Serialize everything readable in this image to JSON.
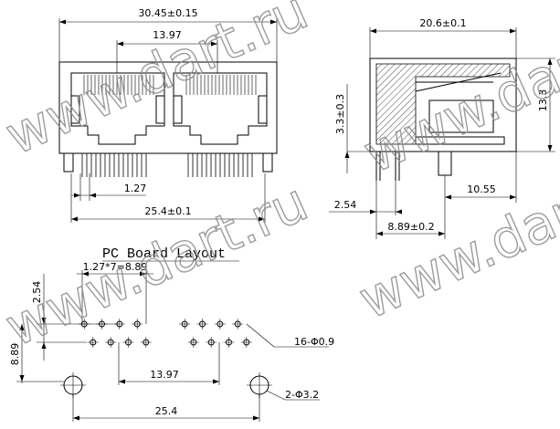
{
  "drawing": {
    "front_view": {
      "overall_width": "30.45±0.15",
      "port_pitch": "13.97",
      "pin_pitch": "1.27",
      "peg_spacing": "25.4±0.1"
    },
    "side_view": {
      "depth": "20.6±0.1",
      "height_label": "13.3",
      "standoff_height": "3.3±0.3",
      "pin_offset": "2.54",
      "rear_distance": "10.55",
      "pin_row_distance": "8.89±0.2"
    },
    "pcb_layout": {
      "title": "PC Board Layout",
      "row_spacing": "2.54",
      "pin_group_label": "1.27*7=8.89",
      "vertical_spacing": "8.89",
      "port_pitch": "13.97",
      "peg_spacing": "25.4",
      "hole_callout": "16-Φ0.9",
      "peg_callout": "2-Φ3.2"
    },
    "watermark": "www.dart.ru"
  }
}
